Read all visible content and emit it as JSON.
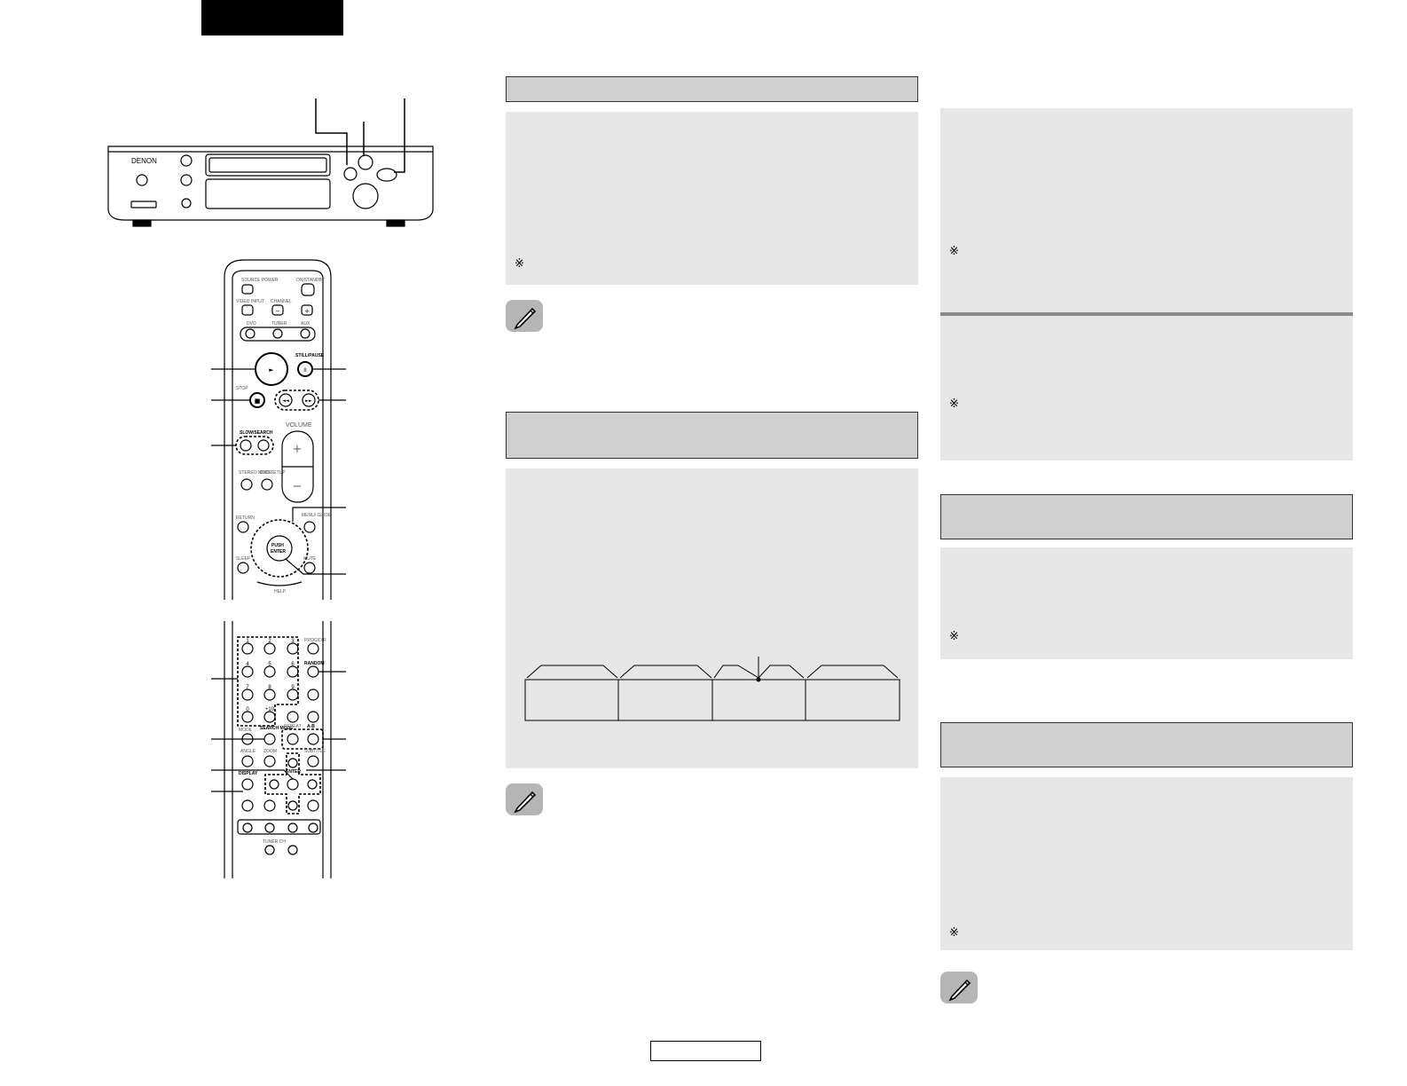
{
  "device": {
    "brand": "DENON"
  },
  "remote_top": {
    "labels": {
      "source_power": "SOURCE POWER",
      "on_standby": "ON/STANDBY",
      "video_input": "VIDEO INPUT",
      "channel": "CHANNEL",
      "minus": "−",
      "plus": "+",
      "dvd": "DVD",
      "tuner": "TUNER",
      "aux": "AUX",
      "play_symbol": "►",
      "still_pause": "STILL/PAUSE",
      "pause_symbol": "II",
      "stop_label": "STOP",
      "stop_symbol": "■",
      "skip_back": "◄◄",
      "skip_fwd": "►►",
      "slow_search": "SLOW/SEARCH",
      "volume": "VOLUME",
      "vol_plus": "+",
      "vol_minus": "−",
      "stereo": "STEREO MODE",
      "dvd_setup": "DVD SETUP",
      "return": "RETURN",
      "menu": "MENU/ GUIDE",
      "push": "PUSH",
      "enter": "ENTER",
      "sleep": "SLEEP",
      "mute": "MUTE",
      "help": "HELP"
    }
  },
  "remote_bottom": {
    "labels": {
      "digits": [
        "1",
        "2",
        "3",
        "4",
        "5",
        "6",
        "7",
        "8",
        "9",
        "0",
        "+10"
      ],
      "prog_dir": "PROG/DIR",
      "random": "RANDOM",
      "mode": "MODE",
      "search_mode": "SEARCH MODE",
      "rep": "REPEAT",
      "ab": "A-B",
      "angle": "ANGLE",
      "zoom": "ZOOM",
      "subtitle": "SUBTITLE",
      "display": "DISPLAY",
      "enter": "ENTER",
      "tuner_ch": "TUNER CH"
    }
  },
  "reference_mark": "※"
}
